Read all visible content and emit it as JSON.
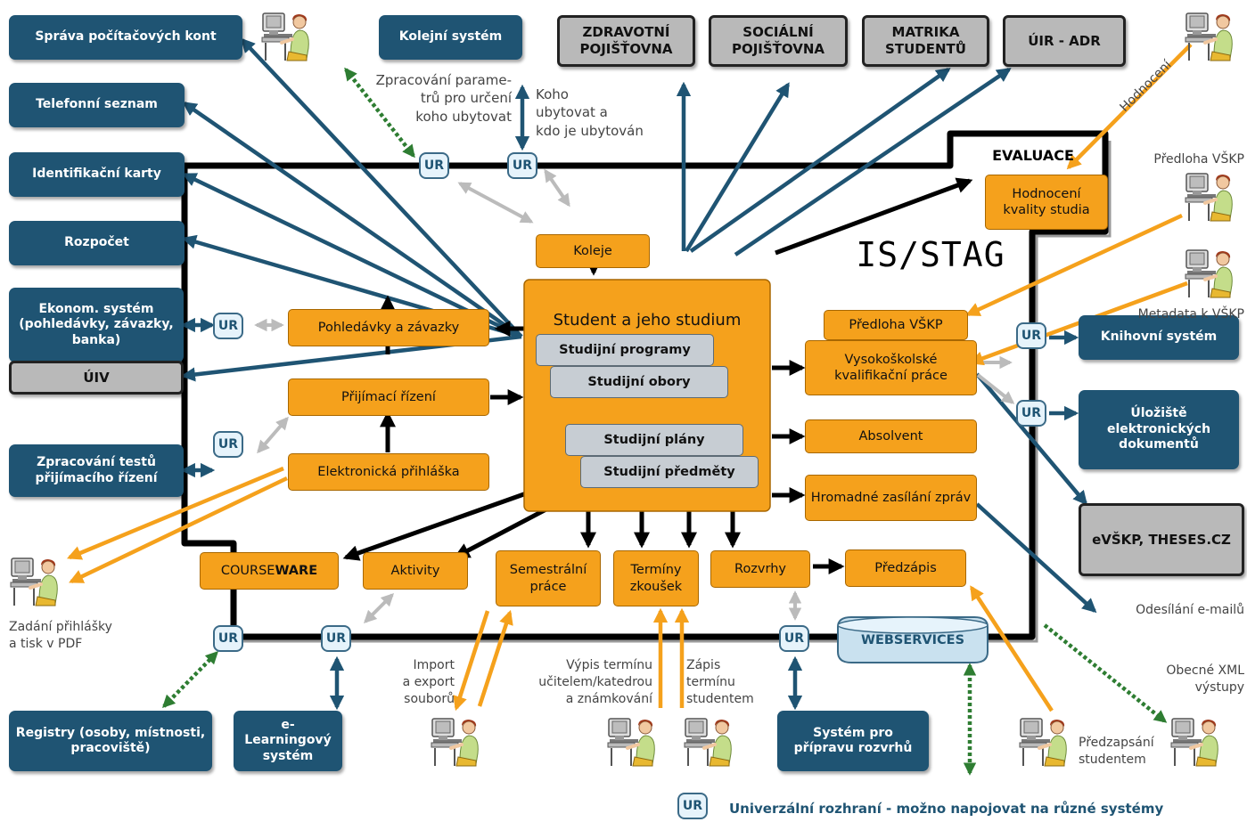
{
  "external": {
    "sprava_kont": "Správa počítačových kont",
    "kolejni_system": "Kolejní systém",
    "telefonni_seznam": "Telefonní seznam",
    "identifikacni_karty": "Identifikační karty",
    "rozpocet": "Rozpočet",
    "ekonom_system": "Ekonom. systém (pohledávky, závazky, banka)",
    "uiv": "ÚIV",
    "zpracovani_testu": "Zpracování testů přijímacího řízení",
    "registry": "Registry (osoby, místnosti, pracoviště)",
    "elearning": "e-Learningový systém",
    "system_rozvrhu": "Systém pro přípravu rozvrhů",
    "knihovni_system": "Knihovní systém",
    "uloziste": "Úložiště elektronických dokumentů",
    "zdravotni": "ZDRAVOTNÍ POJIŠŤOVNA",
    "socialni": "SOCIÁLNÍ POJIŠŤOVNA",
    "matrika": "MATRIKA STUDENTŮ",
    "uir_adr": "ÚIR - ADR",
    "evskp": "eVŠKP, THESES.CZ"
  },
  "system": {
    "title": "IS/STAG",
    "evaluace": "EVALUACE",
    "webservices": "WEBSERVICES"
  },
  "modules": {
    "koleje": "Koleje",
    "hodnoceni_kvality": "Hodnocení kvality studia",
    "student": "Student a jeho studium",
    "pohledavky": "Pohledávky a závazky",
    "prijimaci": "Přijímací řízení",
    "prihlaska": "Elektronická přihláška",
    "predloha": "Předloha VŠKP",
    "vskp": "Vysokoškolské kvalifikační práce",
    "absolvent": "Absolvent",
    "hromadne": "Hromadné zasílání zpráv",
    "courseware_a": "COURSE",
    "courseware_b": "WARE",
    "aktivity": "Aktivity",
    "semestralni": "Semestrální práce",
    "terminy": "Termíny zkoušek",
    "rozvrhy": "Rozvrhy",
    "predzapis": "Předzápis"
  },
  "submodules": {
    "programy": "Studijní programy",
    "obory": "Studijní obory",
    "plany": "Studijní plány",
    "predmety": "Studijní předměty"
  },
  "labels": {
    "zpracovani_param": "Zpracování parame-\ntrů pro určení\nkoho ubytovat",
    "koho_ubytovat": "Koho\nubytovat a\nkdo je ubytován",
    "hodnoceni": "Hodnocení",
    "predloha_vskp": "Předloha VŠKP",
    "metadata": "Metadata k VŠKP",
    "odesilani": "Odesílání e-mailů",
    "obecne_xml": "Obecné XML\nvýstupy",
    "predzapsani": "Předzapsání\nstudentem",
    "zapis": "Zápis\ntermínu\nstudentem",
    "vypis": "Výpis termínu\nučitelem/katedrou\na známkování",
    "import": "Import\na export\nsouborů",
    "zadani": "Zadání přihlášky\na tisk v PDF"
  },
  "ur_label": "UR",
  "legend": "Univerzální rozhraní - možno napojovat na různé systémy",
  "colors": {
    "external_blue": "#1f5473",
    "module_orange": "#f5a11c",
    "gray_box": "#b9b9b9",
    "dashed_green": "#2e7d32",
    "ur_light_blue": "#e6f3fb"
  },
  "icons": [
    "user-computer-icon"
  ]
}
